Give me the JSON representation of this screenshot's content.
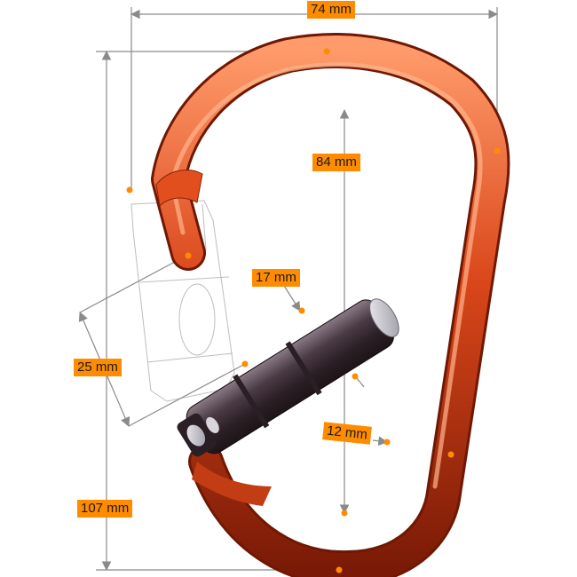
{
  "dimensions": {
    "width": "74 mm",
    "height": "107 mm",
    "inner_length": "84 mm",
    "gate_opening": "25 mm",
    "sleeve_diameter": "17 mm",
    "bar_diameter": "12 mm"
  },
  "colors": {
    "dimension_label": "#ff8c00",
    "marker_dot": "#ff8c00",
    "dimension_line": "#8a8a8a",
    "frame_highlight": "#ff9a6a",
    "frame_mid": "#d9461a",
    "frame_dark": "#8a1f08",
    "gate_light": "#8a7a86",
    "gate_dark": "#1e1518"
  }
}
